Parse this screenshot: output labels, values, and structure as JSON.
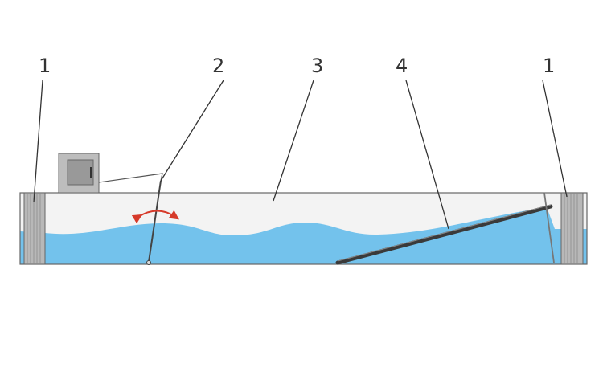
{
  "labels": {
    "wave_absorber_left": "1",
    "wave_paddle": "2",
    "wave_flume": "3",
    "ramp": "4",
    "wave_absorber_right": "1"
  },
  "colors": {
    "water": "#73c2ec",
    "air": "#f3f3f3",
    "absorber": "#b8b8b8",
    "outline": "#666666",
    "arrow": "#d63a2a",
    "ramp": "#3a3a3a"
  }
}
